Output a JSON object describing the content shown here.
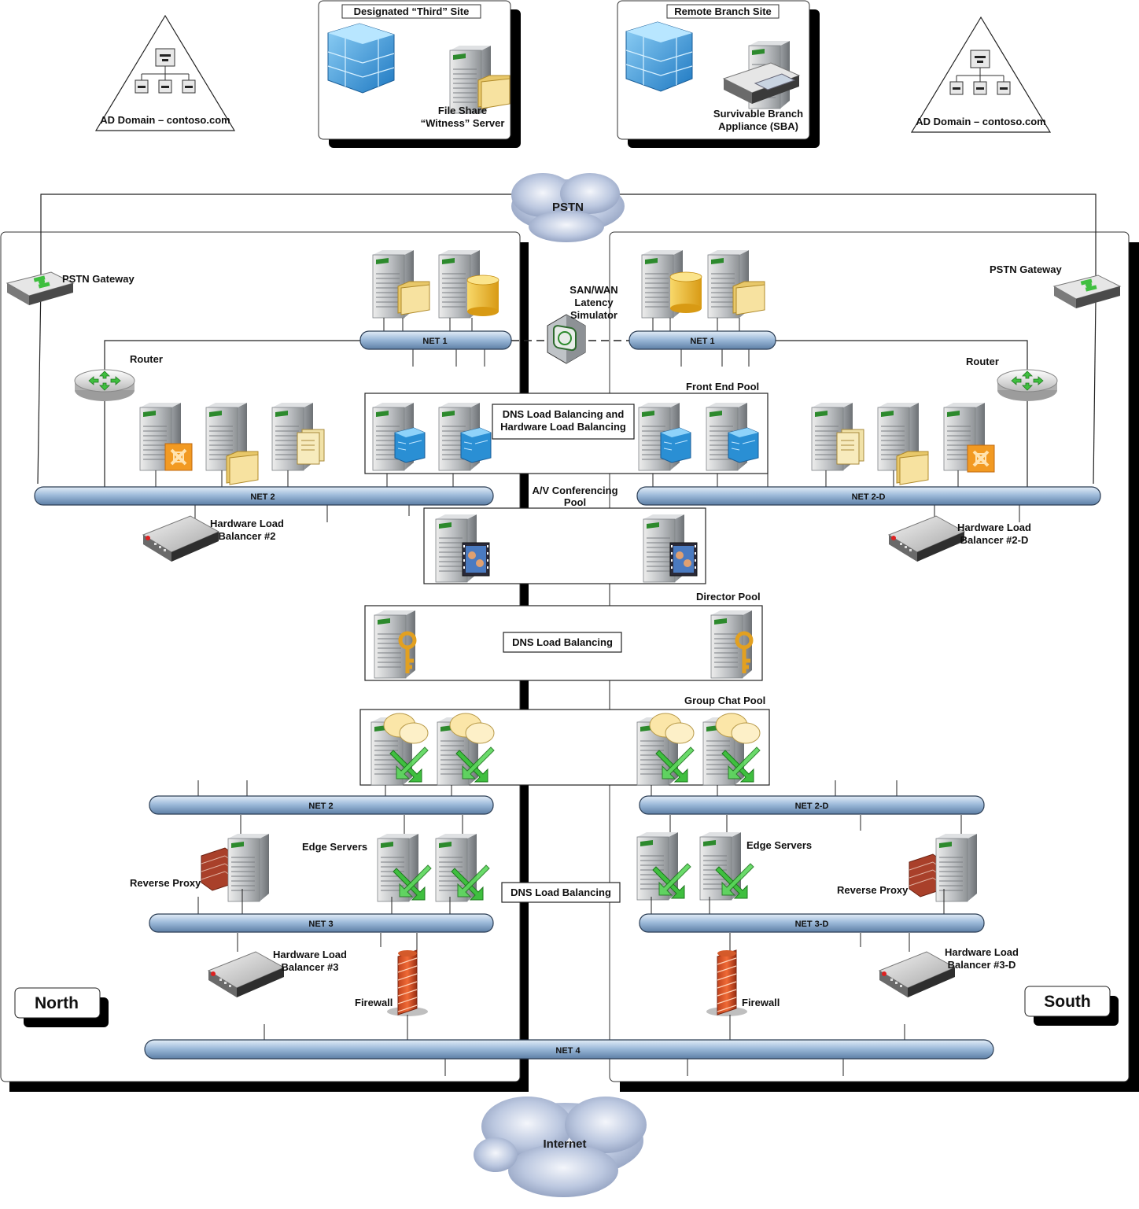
{
  "sites": {
    "third_site": "Designated “Third” Site",
    "file_share_line1": "File Share",
    "file_share_line2": "“Witness” Server",
    "remote_site": "Remote Branch Site",
    "sba_line1": "Survivable Branch",
    "sba_line2": "Appliance (SBA)",
    "ad_domain_left": "AD Domain – contoso.com",
    "ad_domain_right": "AD Domain – contoso.com"
  },
  "clouds": {
    "pstn": "PSTN",
    "internet": "Internet"
  },
  "regions": {
    "north": "North",
    "south": "South"
  },
  "labels": {
    "pstn_gateway_left": "PSTN Gateway",
    "pstn_gateway_right": "PSTN Gateway",
    "router_left": "Router",
    "router_right": "Router",
    "san_line1": "SAN/WAN",
    "san_line2": "Latency",
    "san_line3": "Simulator",
    "front_end_pool": "Front End Pool",
    "dns_hlb_line1": "DNS Load Balancing and",
    "dns_hlb_line2": "Hardware Load Balancing",
    "av_line1": "A/V Conferencing",
    "av_line2": "Pool",
    "hlb2_line1": "Hardware Load",
    "hlb2_line2": "Balancer #2",
    "hlb2d_line1": "Hardware Load",
    "hlb2d_line2": "Balancer #2-D",
    "director_pool": "Director Pool",
    "dns_lb_director": "DNS Load Balancing",
    "group_chat_pool": "Group Chat Pool",
    "edge_left": "Edge Servers",
    "edge_right": "Edge Servers",
    "reverse_proxy_left": "Reverse Proxy",
    "reverse_proxy_right": "Reverse Proxy",
    "dns_lb_edge": "DNS Load Balancing",
    "hlb3_line1": "Hardware Load",
    "hlb3_line2": "Balancer #3",
    "hlb3d_line1": "Hardware Load",
    "hlb3d_line2": "Balancer #3-D",
    "firewall_left": "Firewall",
    "firewall_right": "Firewall"
  },
  "networks": {
    "net1_left": "NET 1",
    "net1_right": "NET 1",
    "net2_top_left": "NET 2",
    "net2d_top_right": "NET 2-D",
    "net2_mid_left": "NET 2",
    "net2d_mid_right": "NET 2-D",
    "net3_left": "NET 3",
    "net3d_right": "NET 3-D",
    "net4": "NET 4"
  },
  "icons": [
    "server-icon",
    "folder-icon",
    "database-icon",
    "exchange-icon",
    "document-icon",
    "building-icon",
    "router-icon",
    "gateway-icon",
    "load-balancer-icon",
    "firewall-icon",
    "brick-wall-icon",
    "video-icon",
    "key-icon",
    "chat-icon",
    "arrow-icon",
    "cloud-icon",
    "ad-domain-icon",
    "sba-icon"
  ],
  "colors": {
    "bus_fill": "#a9c3de",
    "bus_stroke": "#2c3e55",
    "server_body": "#c9ccce",
    "shadow": "#000000",
    "green": "#3fbf3f",
    "db_yellow": "#f2c23a",
    "folder_yellow": "#f4dc8a",
    "exchange_orange": "#f08c1e",
    "brick": "#b94a2a",
    "building_blue": "#3b93d6"
  }
}
